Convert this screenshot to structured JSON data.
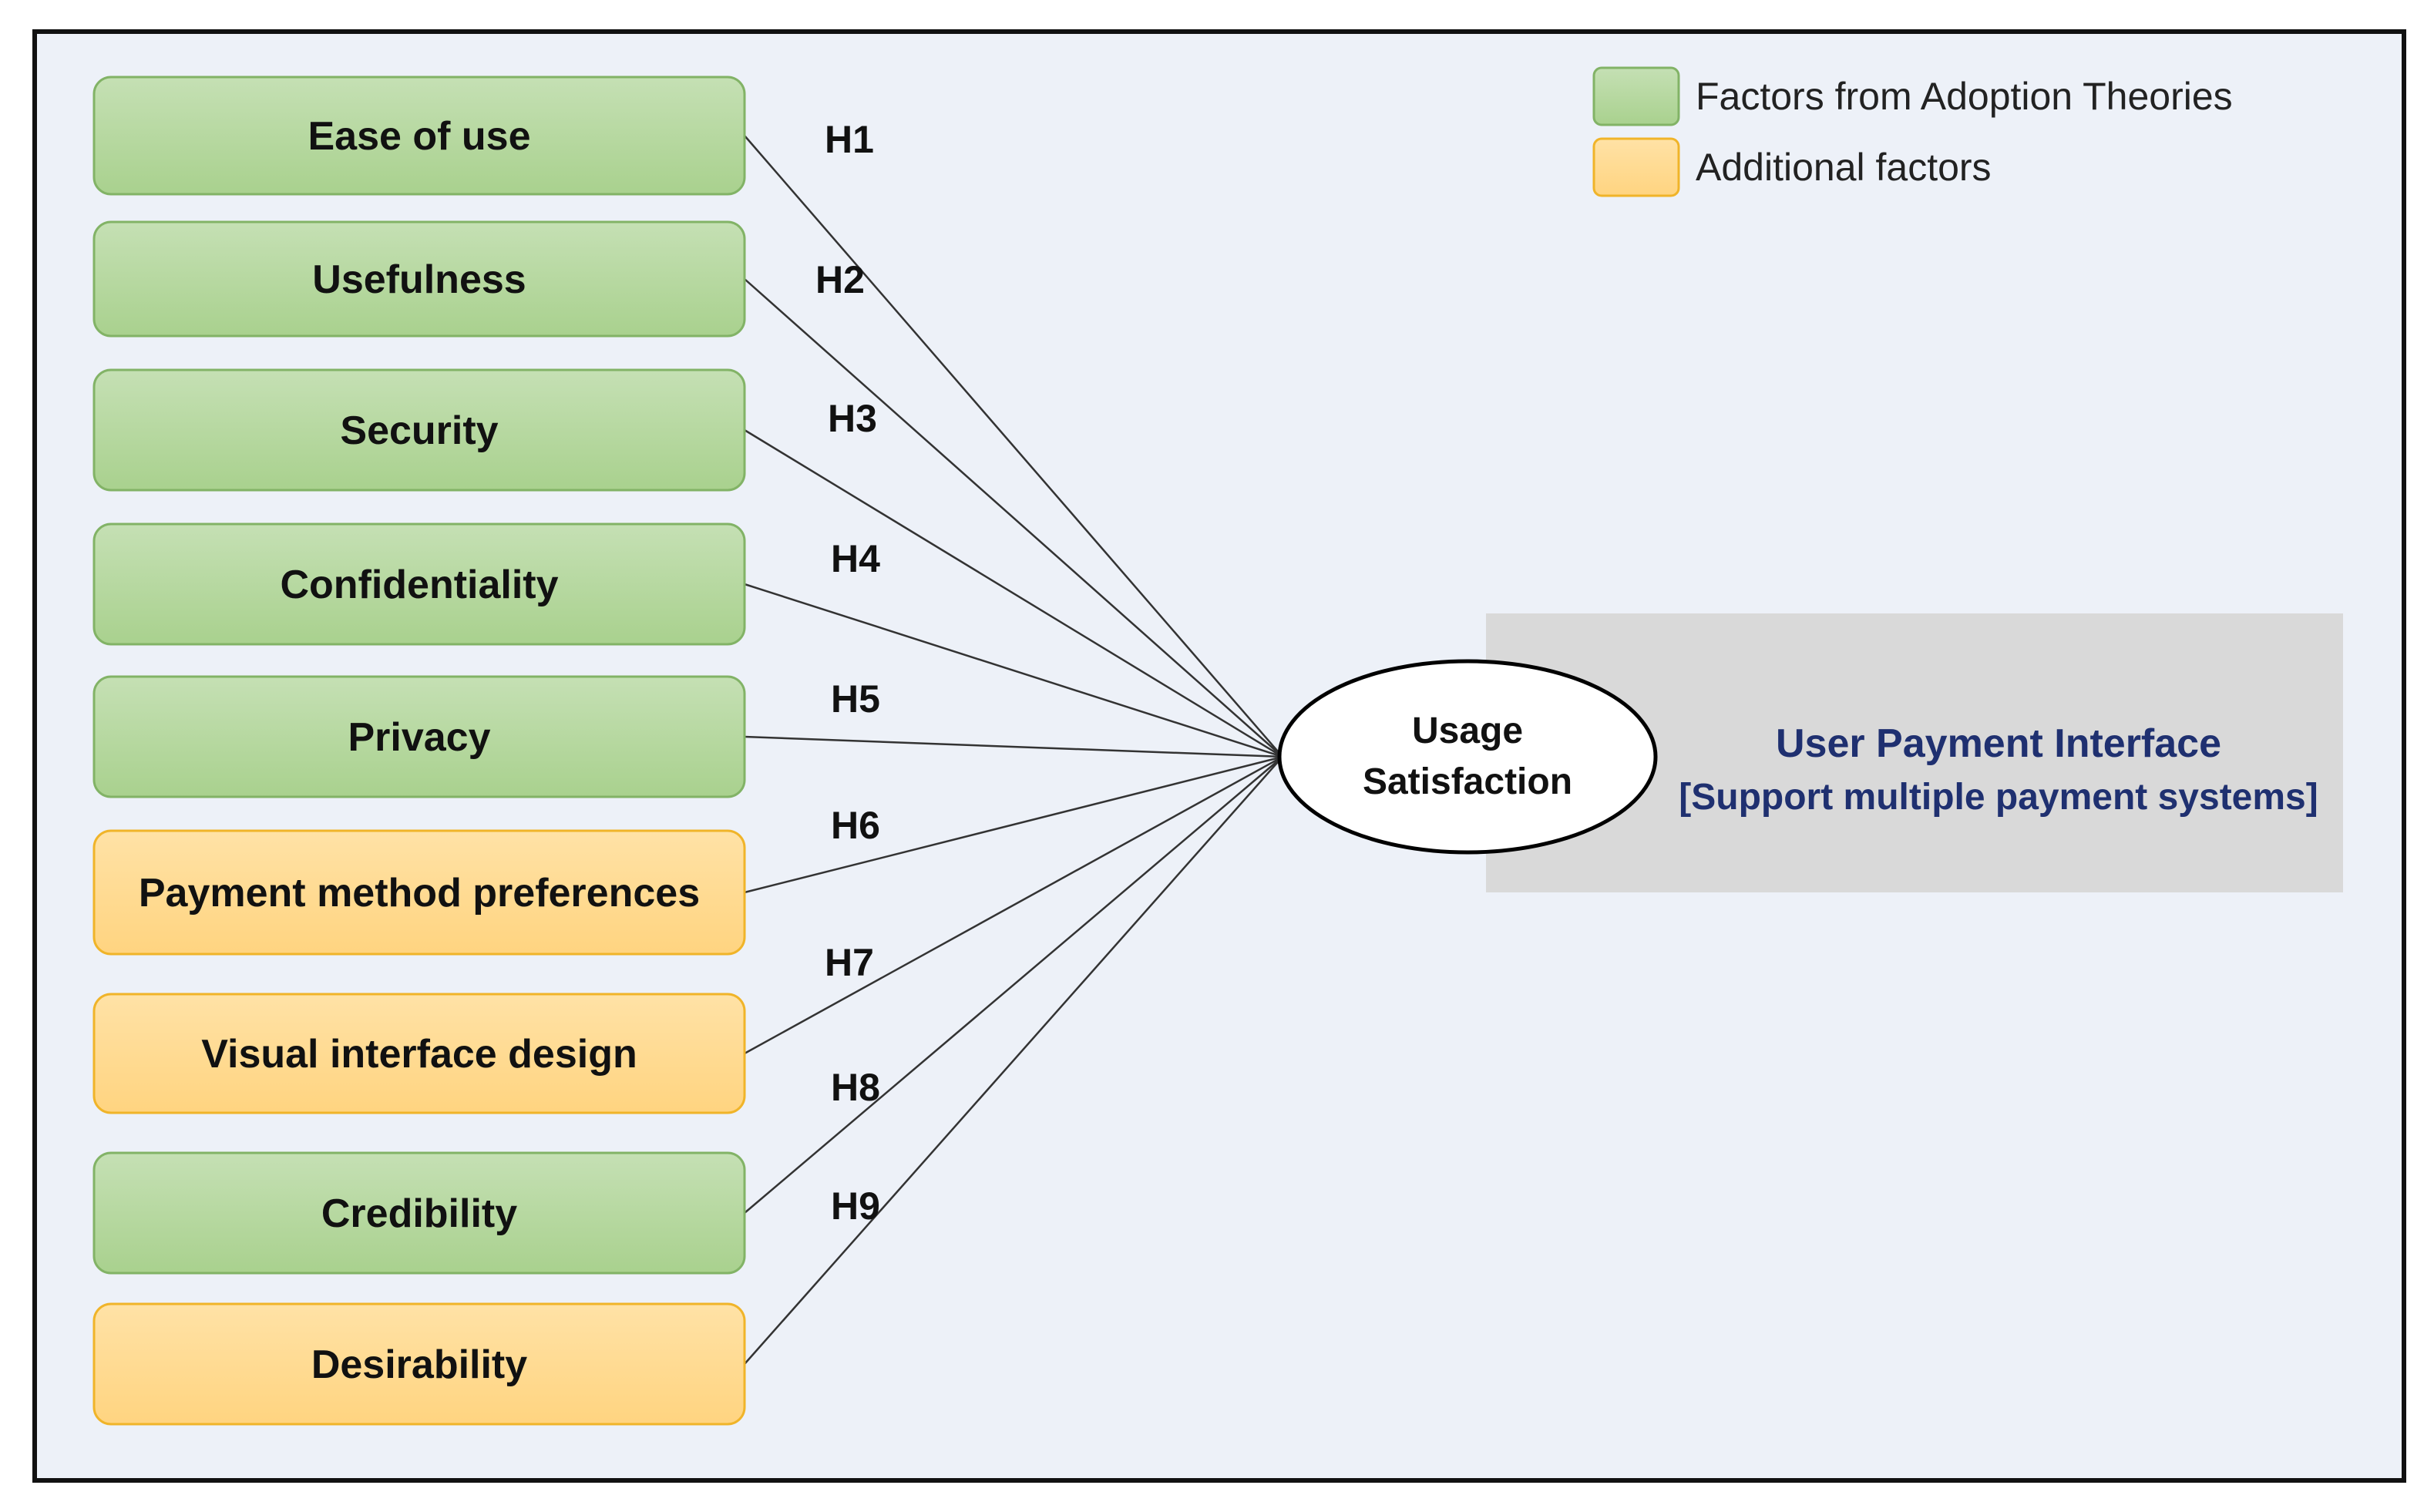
{
  "legend": {
    "items": [
      {
        "label": "Factors from Adoption Theories",
        "category": "adoption"
      },
      {
        "label": "Additional factors",
        "category": "additional"
      }
    ]
  },
  "categories": {
    "adoption": {
      "fill": "#a9d18e",
      "fill_light": "#c5e0b4",
      "stroke": "#82b366"
    },
    "additional": {
      "fill": "#ffd480",
      "fill_light": "#ffe2a6",
      "stroke": "#f0b429"
    }
  },
  "factors": [
    {
      "label": "Ease of use",
      "hypothesis": "H1",
      "category": "adoption"
    },
    {
      "label": "Usefulness",
      "hypothesis": "H2",
      "category": "adoption"
    },
    {
      "label": "Security",
      "hypothesis": "H3",
      "category": "adoption"
    },
    {
      "label": "Confidentiality",
      "hypothesis": "H4",
      "category": "adoption"
    },
    {
      "label": "Privacy",
      "hypothesis": "H5",
      "category": "adoption"
    },
    {
      "label": "Payment method preferences",
      "hypothesis": "H6",
      "category": "additional"
    },
    {
      "label": "Visual interface design",
      "hypothesis": "H7",
      "category": "additional"
    },
    {
      "label": "Credibility",
      "hypothesis": "H8",
      "category": "adoption"
    },
    {
      "label": "Desirability",
      "hypothesis": "H9",
      "category": "additional"
    }
  ],
  "outcome": {
    "line1": "Usage",
    "line2": "Satisfaction"
  },
  "interface_panel": {
    "title": "User Payment Interface",
    "subtitle": "[Support multiple payment systems]",
    "title_color": "#1f3070",
    "background": "#d9d9d9"
  }
}
